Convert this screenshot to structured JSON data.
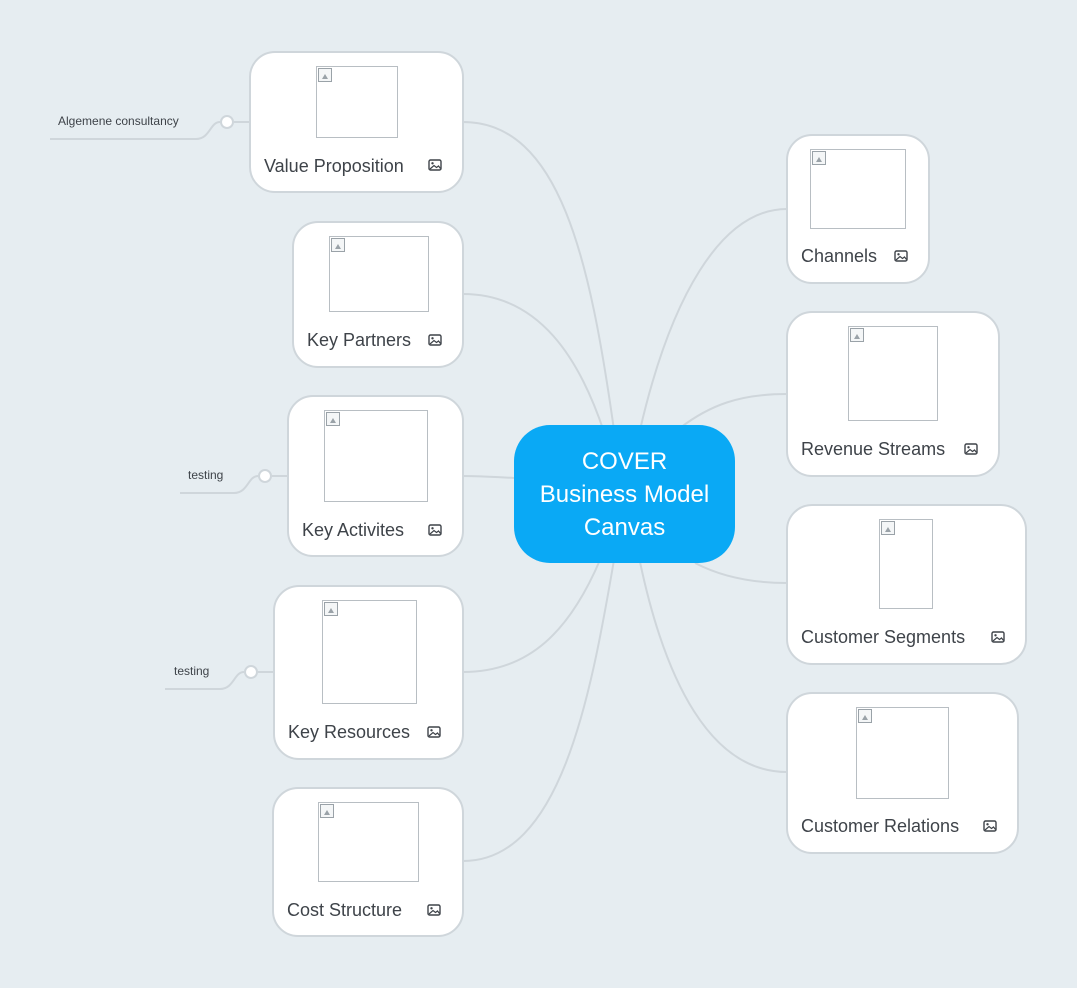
{
  "center_topic": {
    "lines": [
      "COVER",
      "Business Model",
      "Canvas"
    ],
    "color": "#0aa9f5"
  },
  "colors": {
    "background": "#e6edf1",
    "connector": "#cfd6db",
    "node_border": "#cfd6db"
  },
  "topics": [
    {
      "id": "value-proposition",
      "label": "Value Proposition",
      "has_image": true,
      "image_icon": "image-icon"
    },
    {
      "id": "key-partners",
      "label": "Key Partners",
      "has_image": true,
      "image_icon": "image-icon"
    },
    {
      "id": "key-activites",
      "label": "Key Activites",
      "has_image": true,
      "image_icon": "image-icon"
    },
    {
      "id": "key-resources",
      "label": "Key Resources",
      "has_image": true,
      "image_icon": "image-icon"
    },
    {
      "id": "cost-structure",
      "label": "Cost Structure",
      "has_image": true,
      "image_icon": "image-icon"
    },
    {
      "id": "channels",
      "label": "Channels",
      "has_image": true,
      "image_icon": "image-icon"
    },
    {
      "id": "revenue-streams",
      "label": "Revenue Streams",
      "has_image": true,
      "image_icon": "image-icon"
    },
    {
      "id": "customer-segments",
      "label": "Customer Segments",
      "has_image": true,
      "image_icon": "image-icon"
    },
    {
      "id": "customer-relations",
      "label": "Customer Relations",
      "has_image": true,
      "image_icon": "image-icon"
    }
  ],
  "subtopics": [
    {
      "parent": "value-proposition",
      "label": "Algemene consultancy"
    },
    {
      "parent": "key-activites",
      "label": "testing"
    },
    {
      "parent": "key-resources",
      "label": "testing"
    }
  ]
}
